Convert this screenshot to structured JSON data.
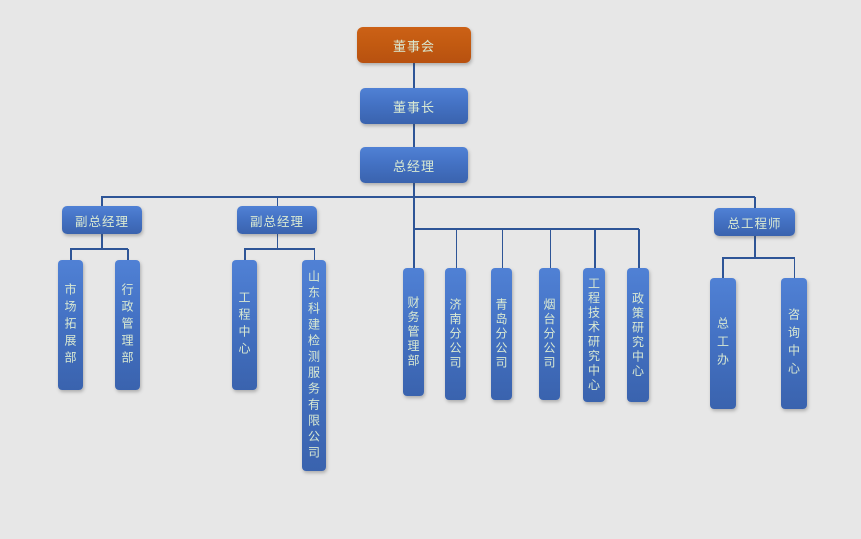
{
  "diagram": {
    "type": "org-chart",
    "background": "#E7E7E7",
    "colors": {
      "root_fill": "#C25A11",
      "node_fill": "#4472C4",
      "connector_line": "#2E5597",
      "text": "#D9E9D2"
    },
    "nodes": {
      "board": "董事会",
      "chairman": "董事长",
      "general_manager": "总经理",
      "deputy_gm_1": "副总经理",
      "deputy_gm_2": "副总经理",
      "chief_engineer": "总工程师",
      "market_dev": "市场拓展部",
      "admin_mgmt": "行政管理部",
      "eng_center": "工程中心",
      "shandong_kejian": "山东科建检测服务有限公司",
      "finance": "财务管理部",
      "jinan_branch": "济南分公司",
      "qingdao_branch": "青岛分公司",
      "yantai_branch": "烟台分公司",
      "eng_tech_research": "工程技术研究中心",
      "policy_research": "政策研究中心",
      "chief_eng_office": "总工办",
      "consulting_center": "咨询中心"
    },
    "hierarchy": {
      "label": "董事会",
      "children": [
        {
          "label": "董事长",
          "children": [
            {
              "label": "总经理",
              "children": [
                {
                  "label": "副总经理",
                  "children": [
                    {
                      "label": "市场拓展部"
                    },
                    {
                      "label": "行政管理部"
                    }
                  ]
                },
                {
                  "label": "副总经理",
                  "children": [
                    {
                      "label": "工程中心"
                    },
                    {
                      "label": "山东科建检测服务有限公司"
                    }
                  ]
                },
                {
                  "label": "财务管理部"
                },
                {
                  "label": "济南分公司"
                },
                {
                  "label": "青岛分公司"
                },
                {
                  "label": "烟台分公司"
                },
                {
                  "label": "工程技术研究中心"
                },
                {
                  "label": "政策研究中心"
                },
                {
                  "label": "总工程师",
                  "children": [
                    {
                      "label": "总工办"
                    },
                    {
                      "label": "咨询中心"
                    }
                  ]
                }
              ]
            }
          ]
        }
      ]
    }
  }
}
